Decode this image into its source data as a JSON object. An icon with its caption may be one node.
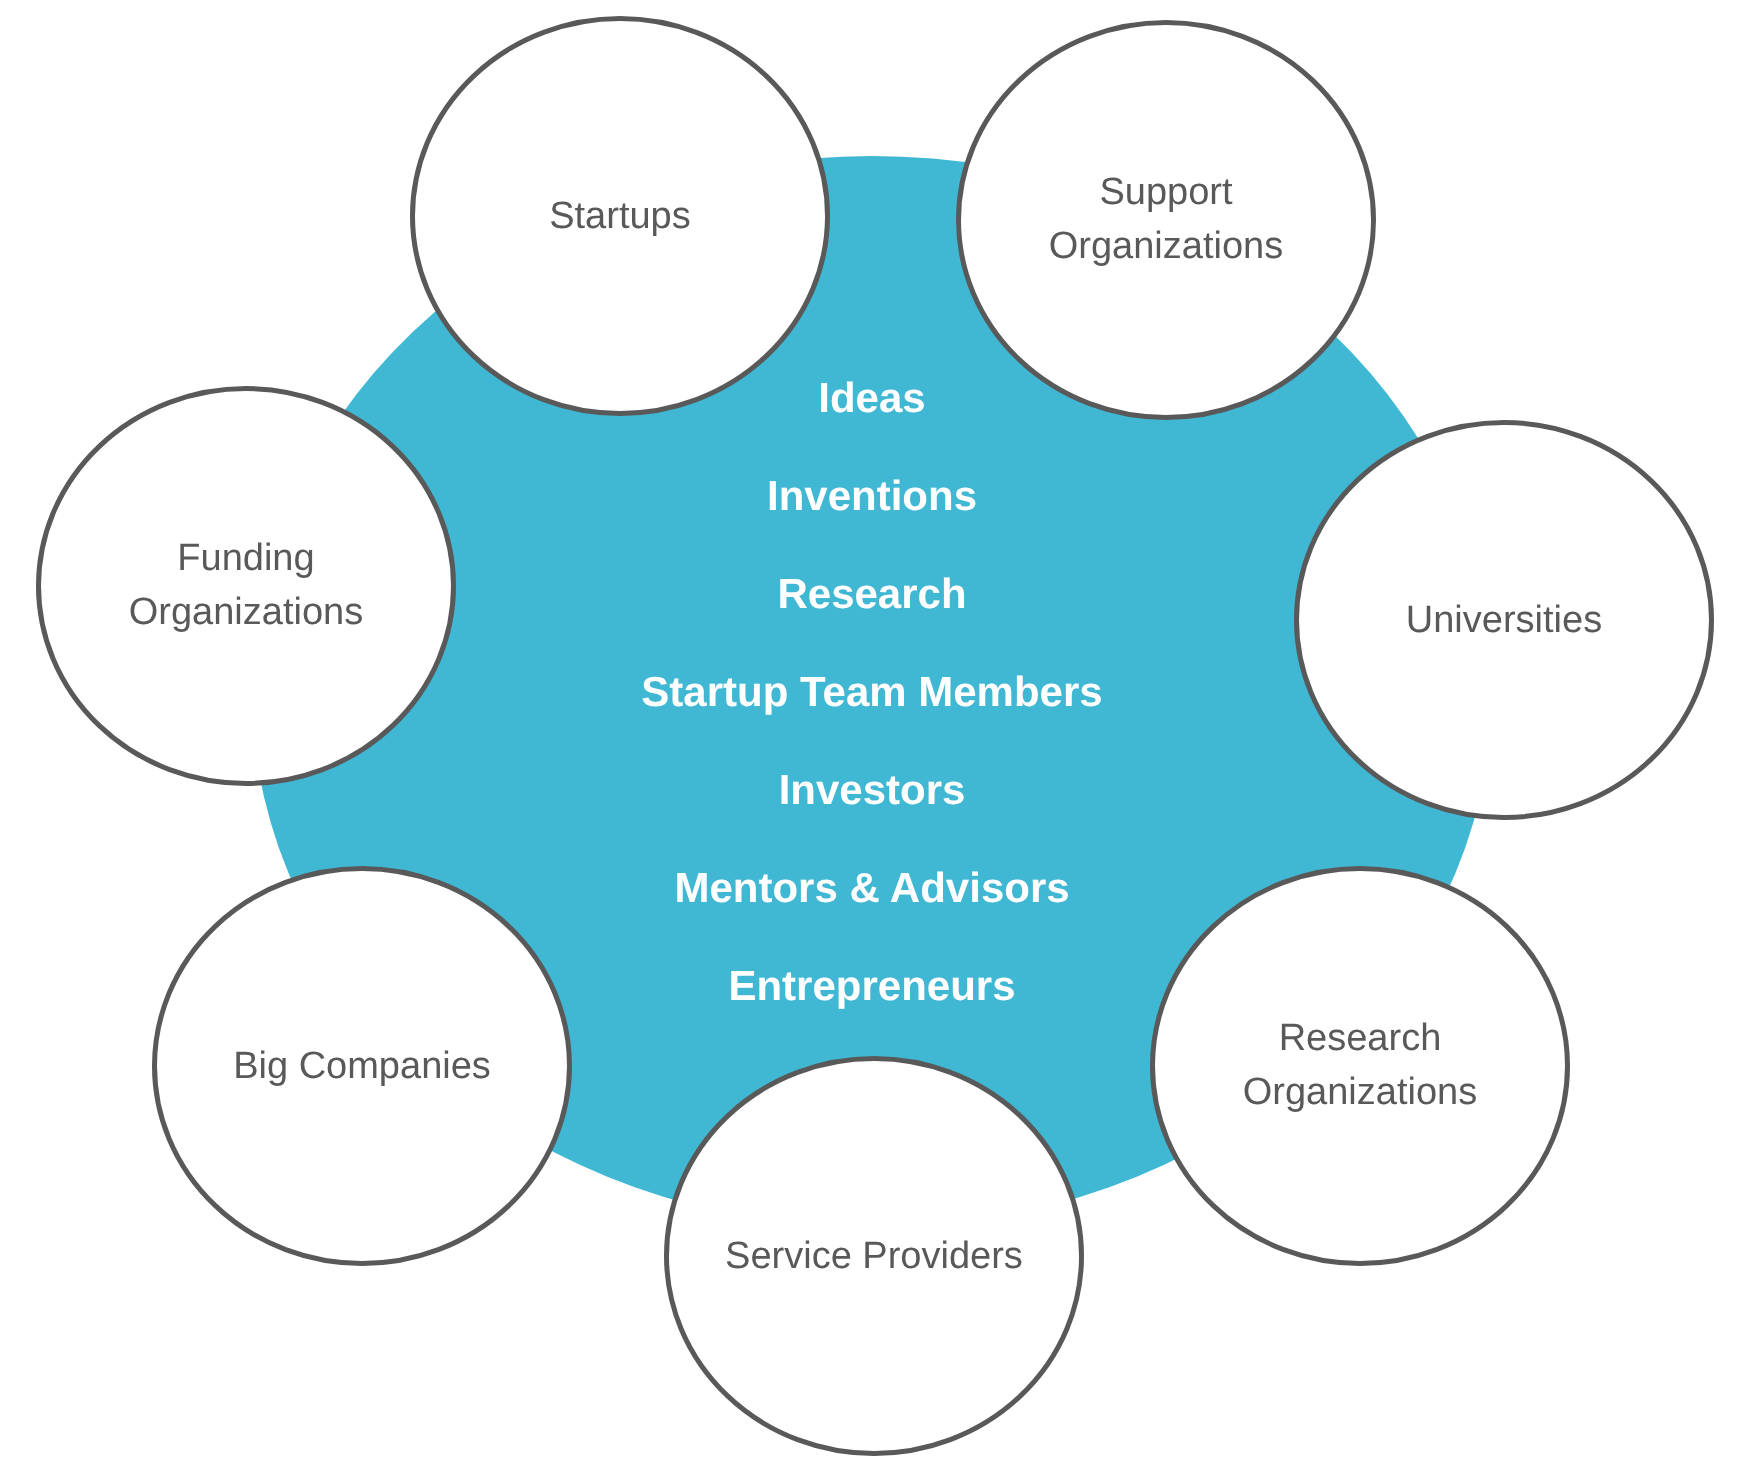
{
  "diagram": {
    "nodes": [
      {
        "text": [
          "Ideas",
          "Inventions",
          "Research",
          "Startup Team Members",
          "Investors",
          "Mentors & Advisors",
          "Entrepreneurs"
        ]
      },
      {
        "text": [
          "Startups"
        ]
      },
      {
        "text": [
          "Support Organizations"
        ]
      },
      {
        "text": [
          "Universities"
        ]
      },
      {
        "text": [
          "Research Organizations"
        ]
      },
      {
        "text": [
          "Service Providers"
        ]
      },
      {
        "text": [
          "Big Companies"
        ]
      },
      {
        "text": [
          "Funding Organizations"
        ]
      }
    ],
    "edges": []
  }
}
